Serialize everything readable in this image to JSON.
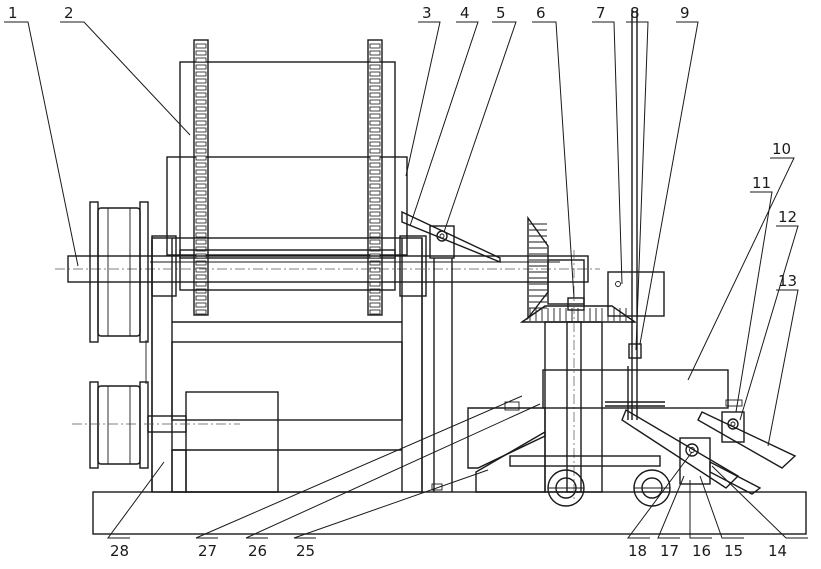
{
  "callouts": [
    {
      "id": "c1",
      "label": "1"
    },
    {
      "id": "c2",
      "label": "2"
    },
    {
      "id": "c3",
      "label": "3"
    },
    {
      "id": "c4",
      "label": "4"
    },
    {
      "id": "c5",
      "label": "5"
    },
    {
      "id": "c6",
      "label": "6"
    },
    {
      "id": "c7",
      "label": "7"
    },
    {
      "id": "c8",
      "label": "8"
    },
    {
      "id": "c9",
      "label": "9"
    },
    {
      "id": "c10",
      "label": "10"
    },
    {
      "id": "c11",
      "label": "11"
    },
    {
      "id": "c12",
      "label": "12"
    },
    {
      "id": "c13",
      "label": "13"
    },
    {
      "id": "c14",
      "label": "14"
    },
    {
      "id": "c15",
      "label": "15"
    },
    {
      "id": "c16",
      "label": "16"
    },
    {
      "id": "c17",
      "label": "17"
    },
    {
      "id": "c18",
      "label": "18"
    },
    {
      "id": "c25",
      "label": "25"
    },
    {
      "id": "c26",
      "label": "26"
    },
    {
      "id": "c27",
      "label": "27"
    },
    {
      "id": "c28",
      "label": "28"
    }
  ]
}
